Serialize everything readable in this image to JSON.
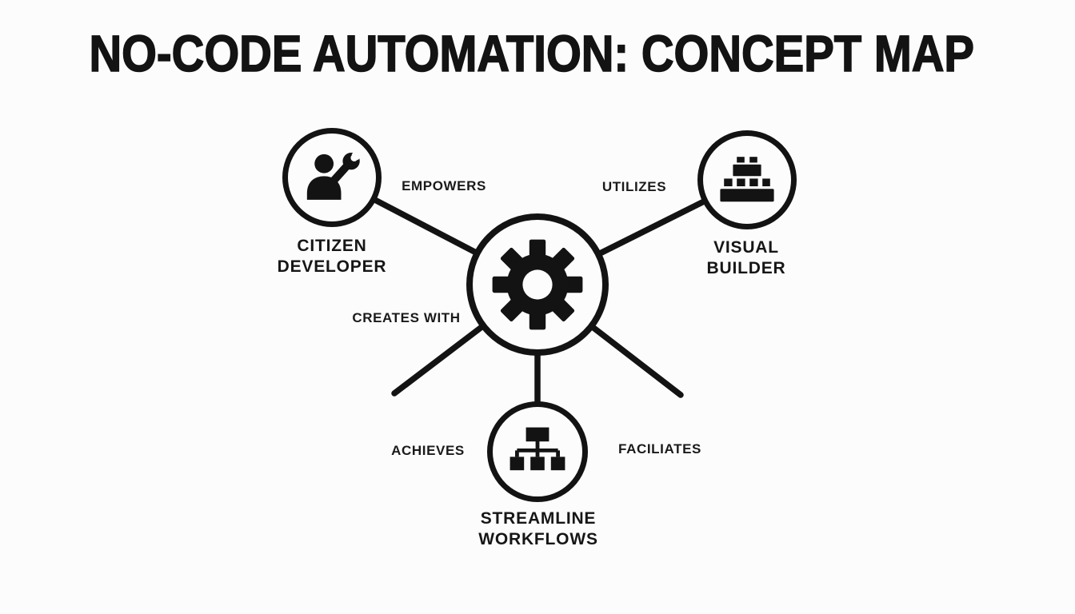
{
  "title": "NO-CODE AUTOMATION: CONCEPT MAP",
  "colors": {
    "background": "#fcfcfc",
    "ink": "#131313"
  },
  "nodes": {
    "central": {
      "icon": "gear-icon"
    },
    "citizen_developer": {
      "icon": "person-wrench-icon",
      "line1": "CITIZEN",
      "line2": "DEVELOPER"
    },
    "visual_builder": {
      "icon": "building-blocks-icon",
      "line1": "VISUAL",
      "line2": "BUILDER"
    },
    "streamline_workflows": {
      "icon": "flowchart-icon",
      "line1": "STREAMLINE",
      "line2": "WORKFLOWS"
    }
  },
  "edges": {
    "empowers": {
      "label": "EMPOWERS"
    },
    "utilizes": {
      "label": "UTILIZES"
    },
    "creates_with": {
      "label": "CREATES WITH"
    },
    "achieves": {
      "label": "ACHIEVES"
    },
    "faciliates": {
      "label": "FACILIATES"
    }
  }
}
